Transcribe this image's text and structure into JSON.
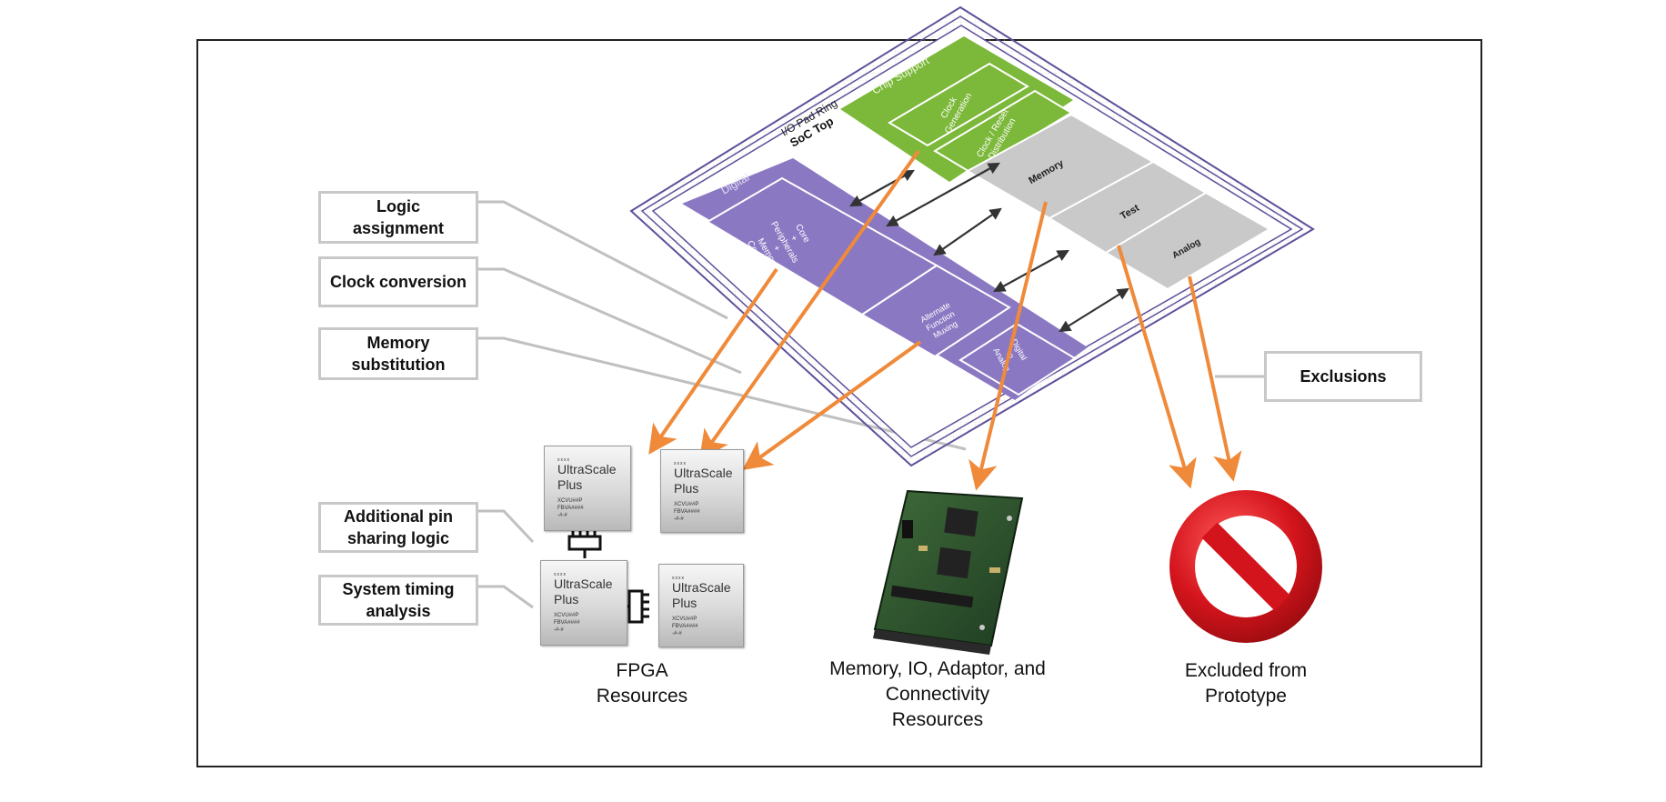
{
  "chip": {
    "io_pad_ring": "I/O Pad Ring",
    "soc_top": "SoC Top",
    "chip_support": "Chip Support",
    "clock_generation": "Clock\nGeneration",
    "clock_reset_distribution": "Clock / Reset\nDistribution",
    "memory": "Memory",
    "test": "Test",
    "analog": "Analog",
    "digital": "Digital",
    "core_block": "Core\n+\nPeripherals\n+\nMemory\nController",
    "alternate_function_muxing": "Alternate\nFunction\nMuxing",
    "digital_to_analog": "Digital\nto\nAnalog"
  },
  "callouts": {
    "logic_assignment": "Logic\nassignment",
    "clock_conversion": "Clock conversion",
    "memory_substitution": "Memory\nsubstitution",
    "additional_pin_sharing": "Additional pin\nsharing logic",
    "system_timing": "System timing\nanalysis",
    "exclusions": "Exclusions"
  },
  "fpga_tile": {
    "brand": "UltraScale\nPlus",
    "logo": "xxxx",
    "part_text": "XCVU##P\nFBVA####\n-#-#"
  },
  "captions": {
    "fpga": "FPGA\nResources",
    "memory_io": "Memory, IO, Adaptor, and\nConnectivity\nResources",
    "excluded": "Excluded from\nPrototype"
  },
  "colors": {
    "green": "#7cb83a",
    "purple": "#8a78c2",
    "gray_block": "#c9c9c9",
    "orange_arrow": "#ef8a3a",
    "ring_outline": "#5f4f9a",
    "no_sign_red": "#d4141c",
    "leader_gray": "#c0c0c0"
  }
}
